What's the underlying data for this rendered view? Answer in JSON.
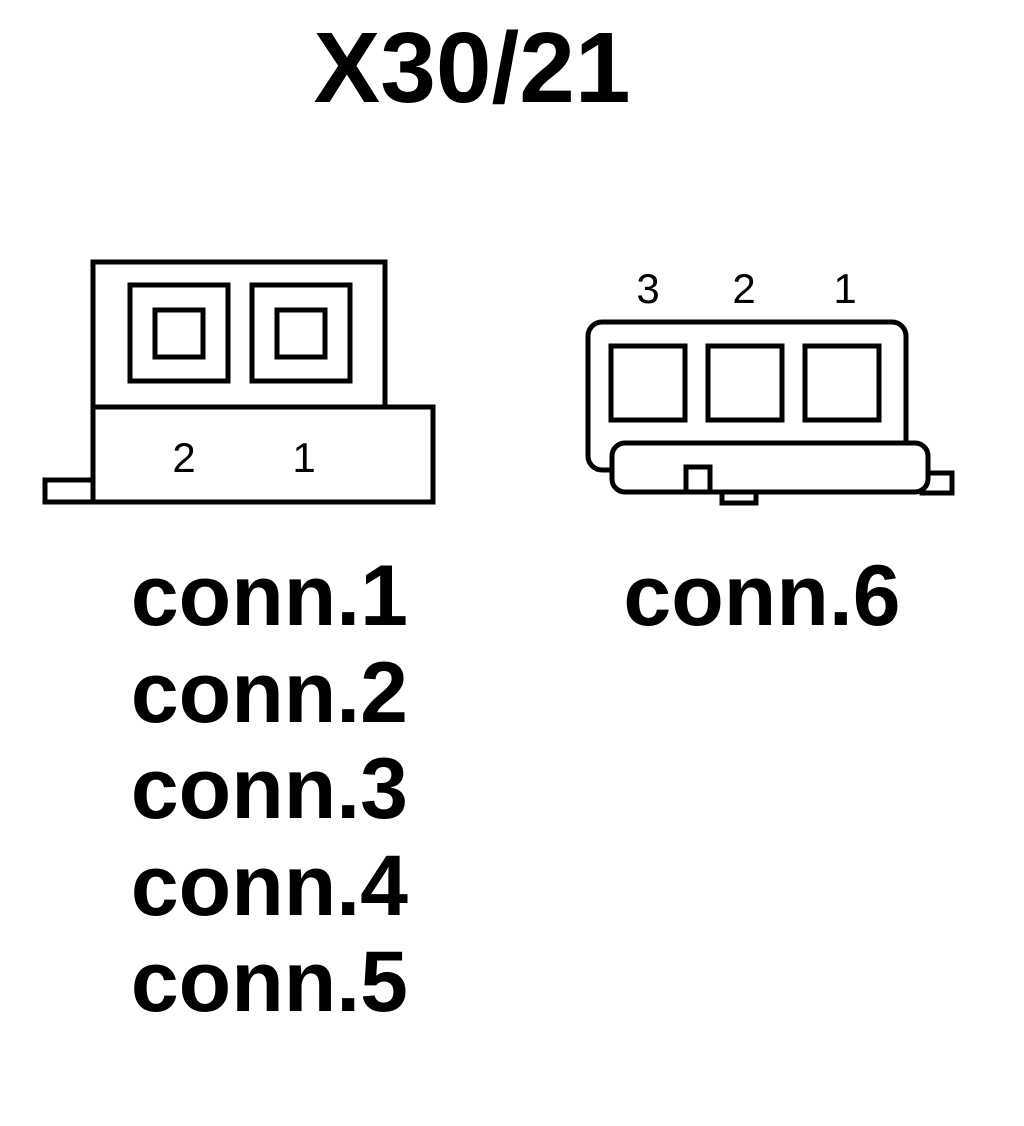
{
  "title": "X30/21",
  "connector_a": {
    "pin_labels": [
      "2",
      "1"
    ],
    "names": [
      "conn.1",
      "conn.2",
      "conn.3",
      "conn.4",
      "conn.5"
    ]
  },
  "connector_b": {
    "pin_labels": [
      "3",
      "2",
      "1"
    ],
    "names": [
      "conn.6"
    ]
  },
  "colors": {
    "line": "#000000",
    "background": "#ffffff"
  }
}
